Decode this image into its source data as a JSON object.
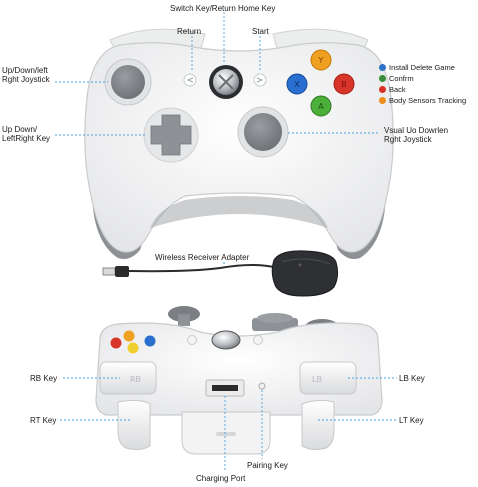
{
  "labels": {
    "switch_key": "Switch Key/Return Home Key",
    "return": "Return",
    "start": "Start",
    "left_joystick_line1": "Up/Down/left",
    "left_joystick_line2": "Rght Joystick",
    "dpad_line1": "Up Down/",
    "dpad_line2": "LeftRight Key",
    "right_joystick_line1": "Vsual Uo Dowrlen",
    "right_joystick_line2": "Rght Joystick",
    "receiver": "Wireless Receiver Adapter",
    "rb_key": "RB Key",
    "rt_key": "RT Key",
    "lb_key": "LB Key",
    "lt_key": "LT Key",
    "pairing_key": "Pairing Key",
    "charging_port": "Charging Port"
  },
  "legend": [
    {
      "color": "#2f72c8",
      "text": "Install Delete Game"
    },
    {
      "color": "#3a8a3a",
      "text": "Confrm"
    },
    {
      "color": "#d93025",
      "text": "Back"
    },
    {
      "color": "#f08c1a",
      "text": "Body Sensors Tracking"
    }
  ],
  "colors": {
    "button_y": "#f0a020",
    "button_b": "#d9342a",
    "button_a": "#4caf3a",
    "button_x": "#2a6fd0",
    "stick_gray": "#7b7e82",
    "body_white": "#f6f6f6",
    "accent_gray": "#8d9095",
    "callout_line": "#4aa0e0"
  }
}
